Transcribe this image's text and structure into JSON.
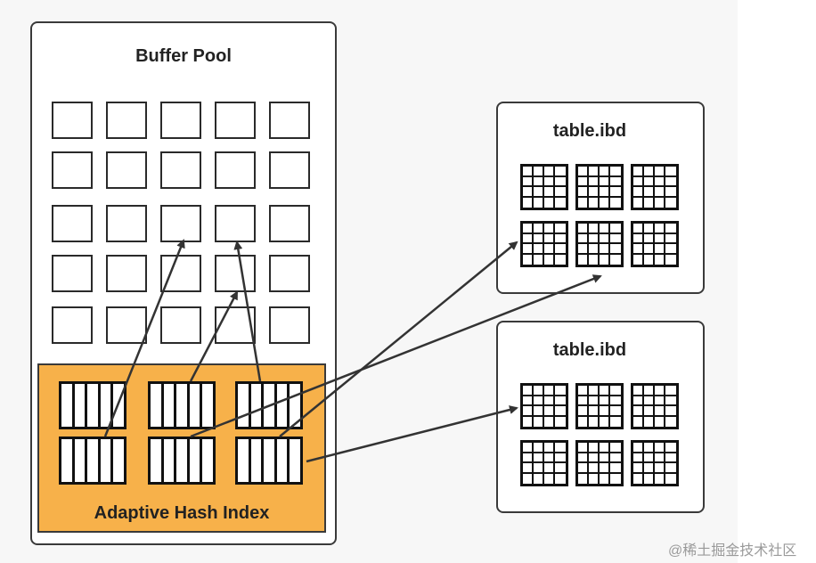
{
  "buffer_pool": {
    "title": "Buffer Pool"
  },
  "adaptive_hash_index": {
    "title": "Adaptive Hash Index"
  },
  "tablespaces": [
    {
      "title": "table.ibd"
    },
    {
      "title": "table.ibd"
    }
  ],
  "watermark": "@稀土掘金技术社区",
  "colors": {
    "hash_index_fill": "#f7b14a",
    "stroke": "#3a3a3a",
    "arrow": "#333333"
  }
}
